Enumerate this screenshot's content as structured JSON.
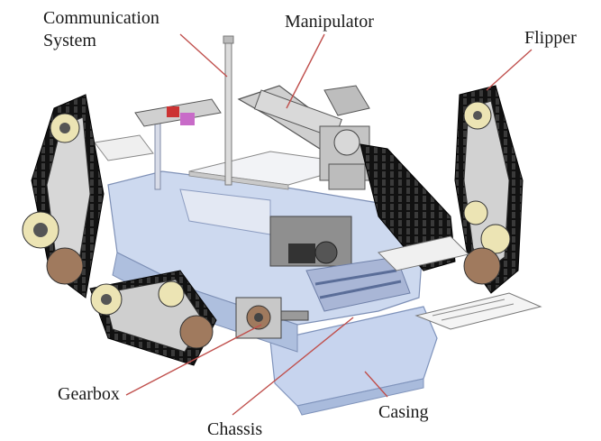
{
  "labels": {
    "communication_line1": "Communication",
    "communication_line2": "System",
    "manipulator": "Manipulator",
    "flipper": "Flipper",
    "gearbox": "Gearbox",
    "chassis": "Chassis",
    "casing": "Casing"
  },
  "colors": {
    "leader_line": "#c0504d",
    "body_blue": "#c9d6ee",
    "body_blue_dark": "#9fb2d6",
    "metal_gray": "#b5b5b5",
    "track_black": "#151515",
    "wheel_yellow": "#ece4b4",
    "wheel_bronze": "#a07a5e"
  }
}
